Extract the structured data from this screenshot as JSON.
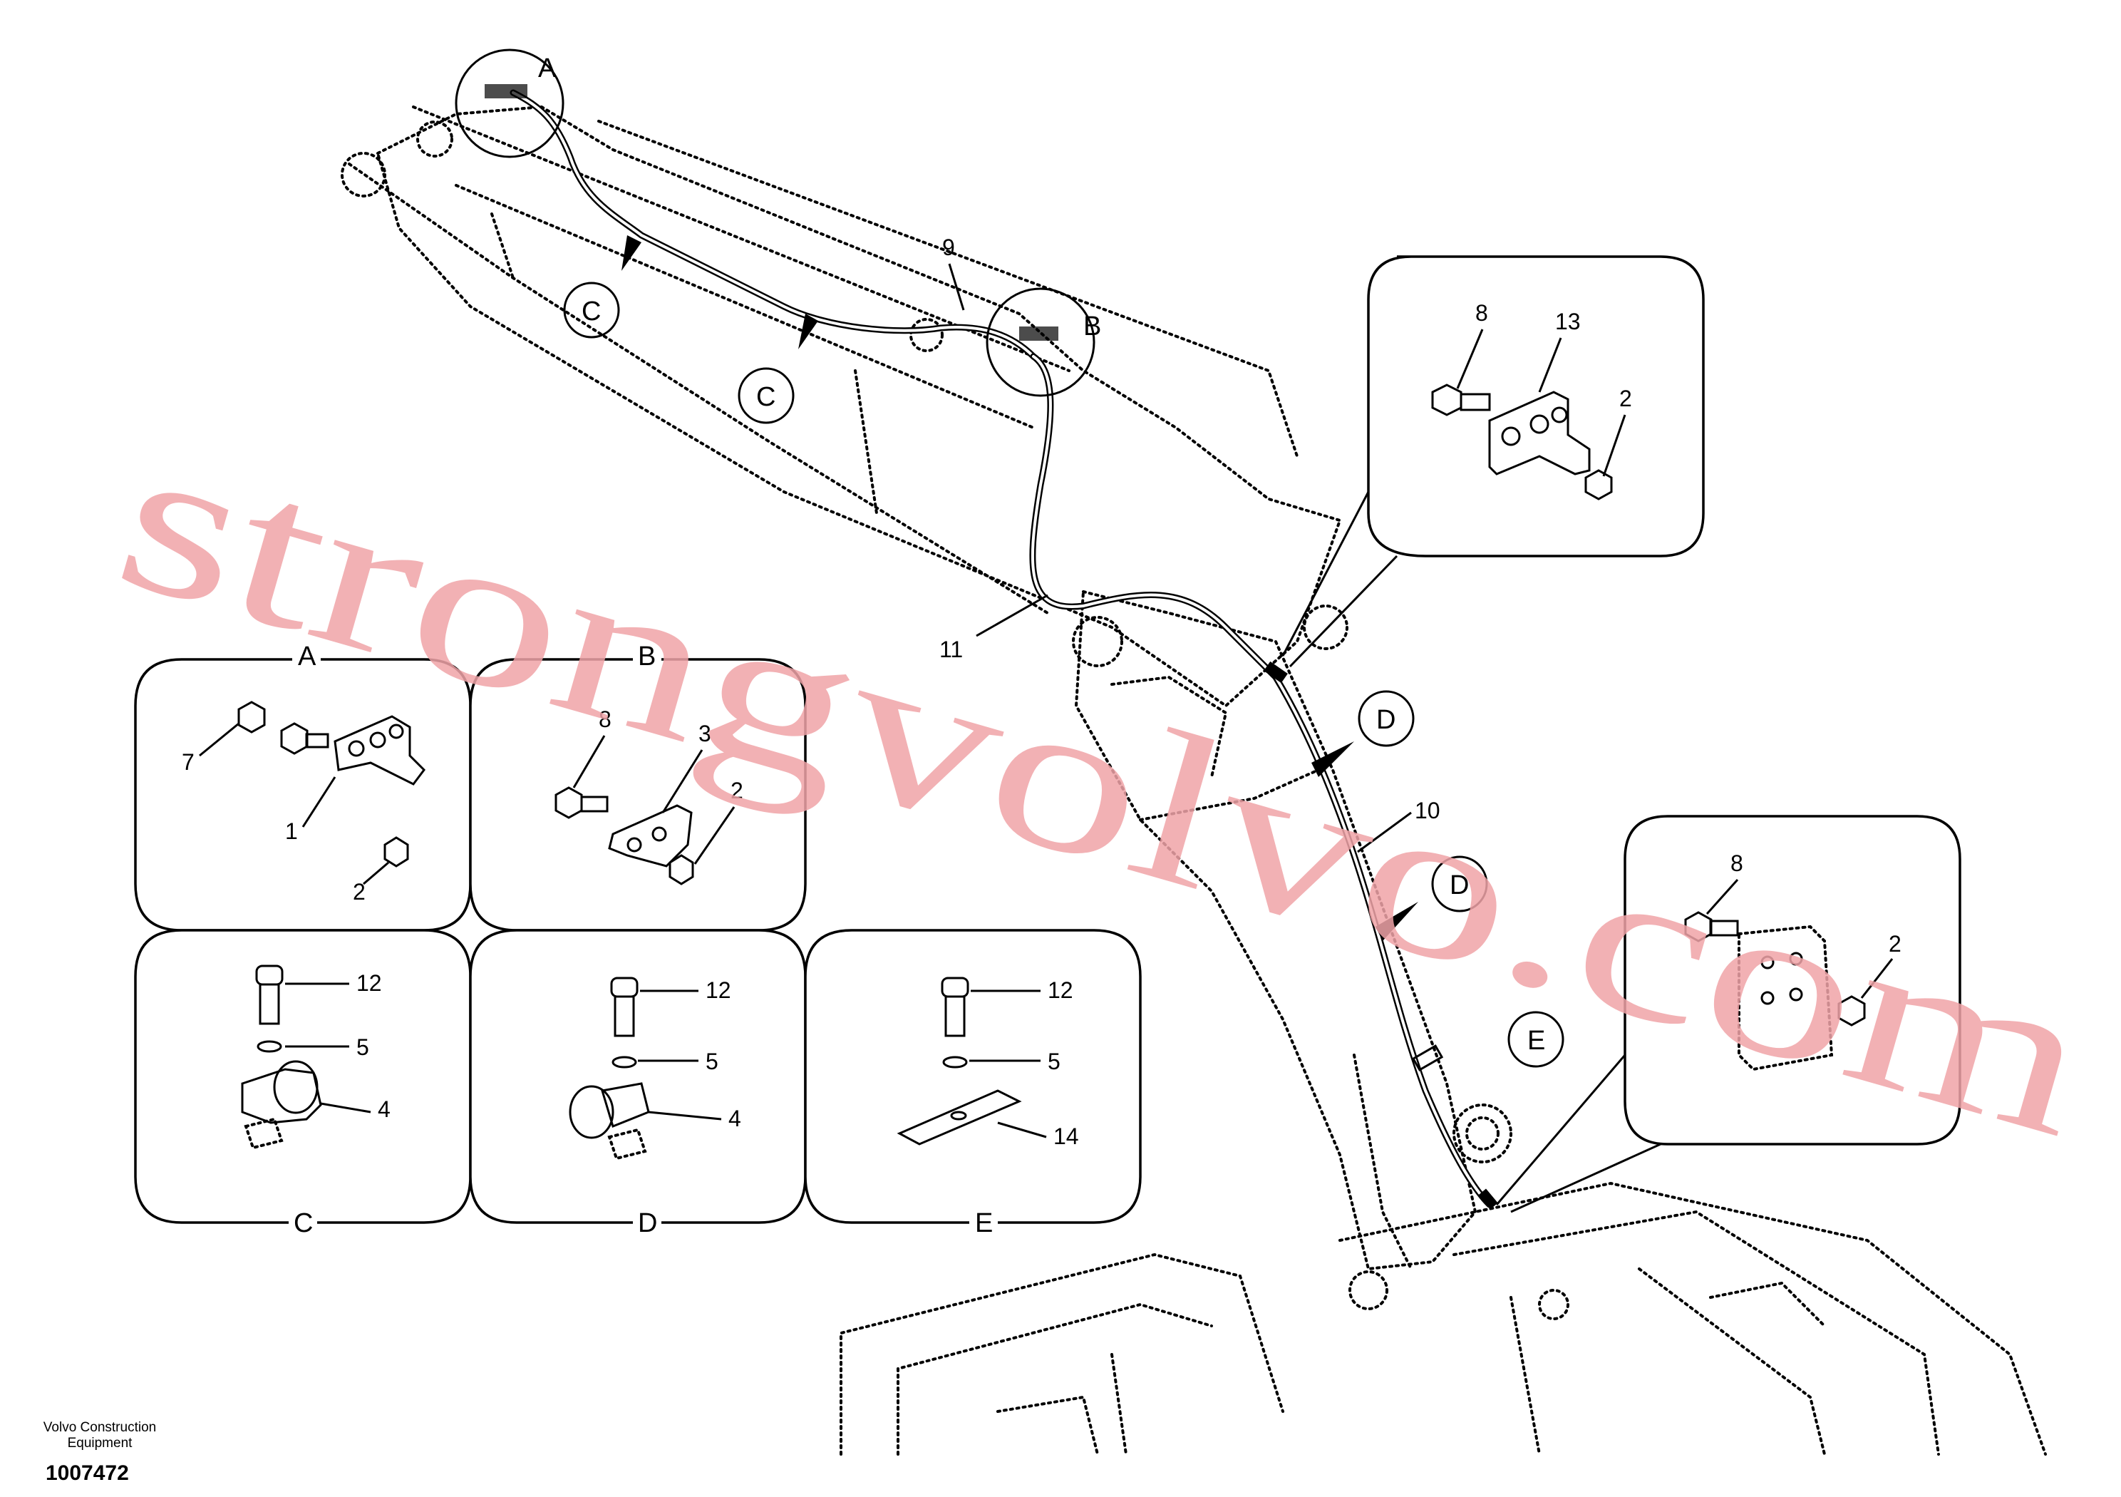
{
  "labels": {
    "detail_a": "A",
    "detail_b": "B",
    "c1": "C",
    "c2": "C",
    "d1": "D",
    "d2": "D",
    "e": "E",
    "part_9": "9",
    "part_10": "10",
    "part_11": "11",
    "inset1_8": "8",
    "inset1_13": "13",
    "inset1_2": "2",
    "inset2_8": "8",
    "inset2_2": "2"
  },
  "panels": {
    "a": {
      "title": "A",
      "parts": [
        "7",
        "1",
        "2"
      ]
    },
    "b": {
      "title": "B",
      "parts": [
        "8",
        "3",
        "2"
      ]
    },
    "c": {
      "title": "C",
      "parts": [
        "12",
        "5",
        "4"
      ]
    },
    "d": {
      "title": "D",
      "parts": [
        "12",
        "5",
        "4"
      ]
    },
    "e": {
      "title": "E",
      "parts": [
        "12",
        "5",
        "14"
      ]
    }
  },
  "watermark": "strongvolvo.com",
  "footer": {
    "company": "Volvo Construction Equipment",
    "doc_number": "1007472"
  },
  "colors": {
    "line": "#000000",
    "watermark": "#f0a4a8"
  }
}
